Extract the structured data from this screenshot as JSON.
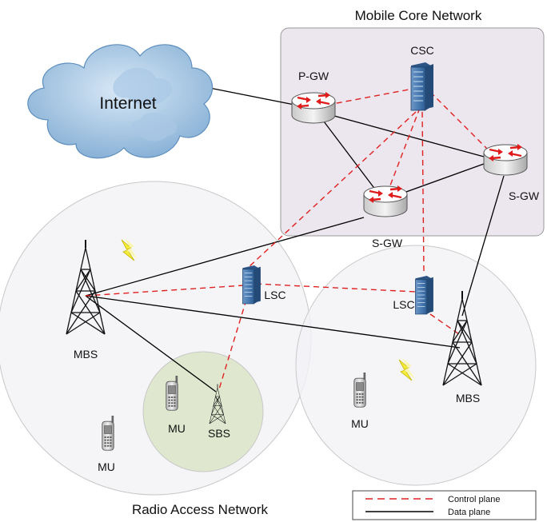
{
  "title": "Mobile Core Network",
  "internet_label": "Internet",
  "ran_label": "Radio Access Network",
  "nodes": {
    "pgw": "P-GW",
    "csc": "CSC",
    "sgw_right": "S-GW",
    "sgw_center": "S-GW",
    "lsc_left": "LSC",
    "lsc_right": "LSC",
    "mbs_left": "MBS",
    "mbs_right": "MBS",
    "sbs": "SBS",
    "mu_small_cell": "MU",
    "mu_left": "MU",
    "mu_right": "MU"
  },
  "legend": {
    "control_plane": "Control plane",
    "data_plane": "Data plane"
  },
  "colors": {
    "control": "#e02020",
    "data": "#000000",
    "core_bg": "#ece6ee",
    "ran_cell_bg": "#f2f3f6",
    "small_cell_bg": "#dfe8cf",
    "cloud": "#8fb9de",
    "server": "#3f6fa6",
    "lightning": "#f4ec3a"
  },
  "icons": {
    "router": "router-icon",
    "server": "server-rack-icon",
    "tower": "cell-tower-icon",
    "phone": "mobile-phone-icon",
    "cloud": "cloud-icon",
    "lightning": "lightning-icon"
  }
}
